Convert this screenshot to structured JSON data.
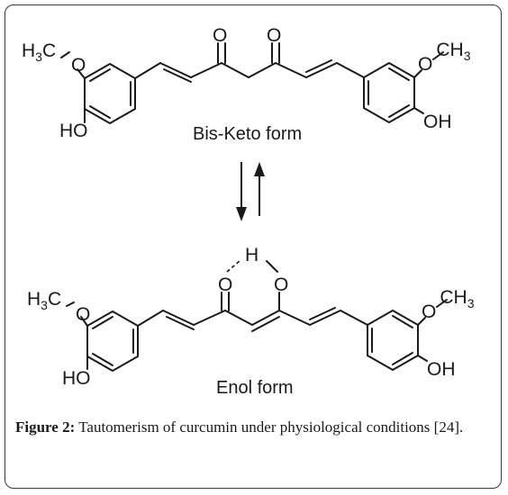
{
  "structures": {
    "bis_keto": {
      "form_label": "Bis-Keto form",
      "left_methoxy": {
        "h": "H",
        "sub": "3",
        "c": "C",
        "o": "O"
      },
      "left_hydroxyl": "HO",
      "right_methoxy": {
        "o": "O",
        "ch": "CH",
        "sub": "3"
      },
      "right_hydroxyl": "OH",
      "carbonyl_1": "O",
      "carbonyl_2": "O"
    },
    "enol": {
      "form_label": "Enol form",
      "left_methoxy": {
        "h": "H",
        "sub": "3",
        "c": "C",
        "o": "O"
      },
      "left_hydroxyl": "HO",
      "right_methoxy": {
        "o": "O",
        "ch": "CH",
        "sub": "3"
      },
      "right_hydroxyl": "OH",
      "keto_oxygen": "O",
      "enol_oxygen": "O",
      "bridging_hydrogen": "H"
    }
  },
  "caption": {
    "label": "Figure 2:",
    "text": " Tautomerism of curcumin under physiological conditions [24]."
  }
}
